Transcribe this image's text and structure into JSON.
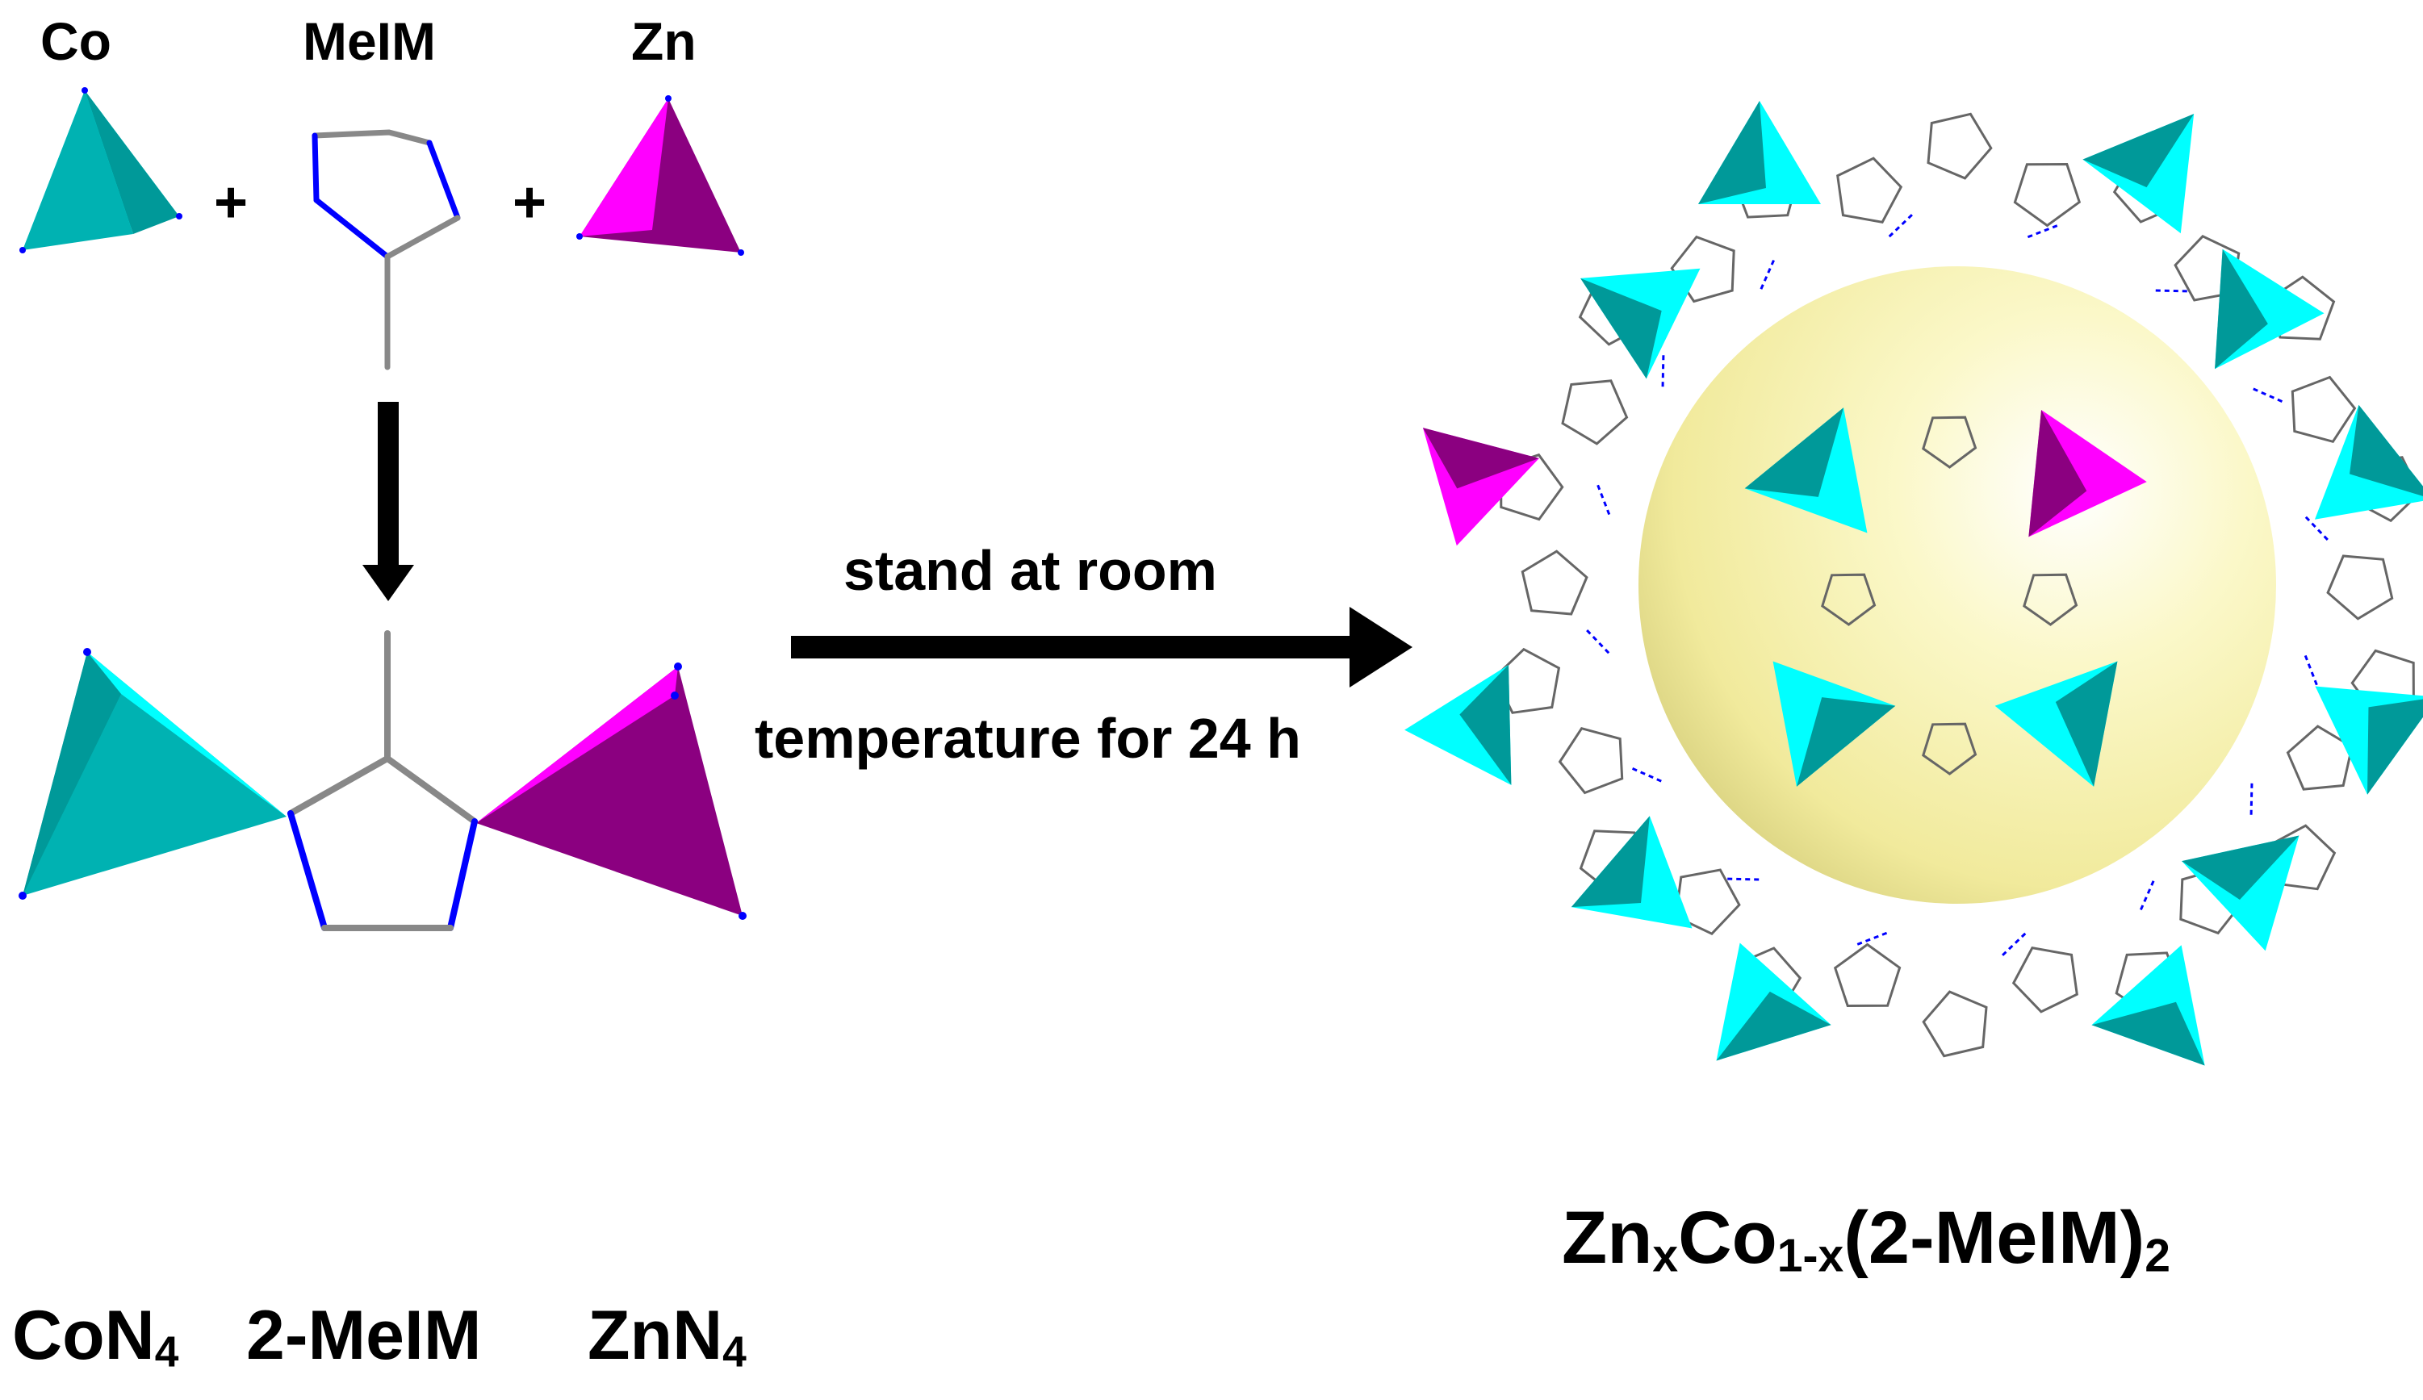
{
  "labels": {
    "co": "Co",
    "meim": "MeIM",
    "zn": "Zn",
    "plus": "+",
    "arrow_line1": "stand at room",
    "arrow_line2": "temperature for 24 h"
  },
  "product": {
    "zn": "Zn",
    "zn_sub": "x",
    "co": "Co",
    "co_sub": "1-x",
    "ligand": "(2-MeIM)",
    "ligand_sub": "2"
  },
  "bottom_labels": {
    "con": "CoN",
    "con_sub": "4",
    "meim": "2-MeIM",
    "znn": "ZnN",
    "znn_sub": "4"
  },
  "colors": {
    "co_light": "#00ffff",
    "co_dark": "#009999",
    "co_mid": "#00b2b2",
    "zn_light": "#ff00ff",
    "zn_dark": "#8b0080",
    "nitrogen": "#0000ff",
    "carbon": "#999999",
    "cage_sphere": "#f3ef9c"
  }
}
